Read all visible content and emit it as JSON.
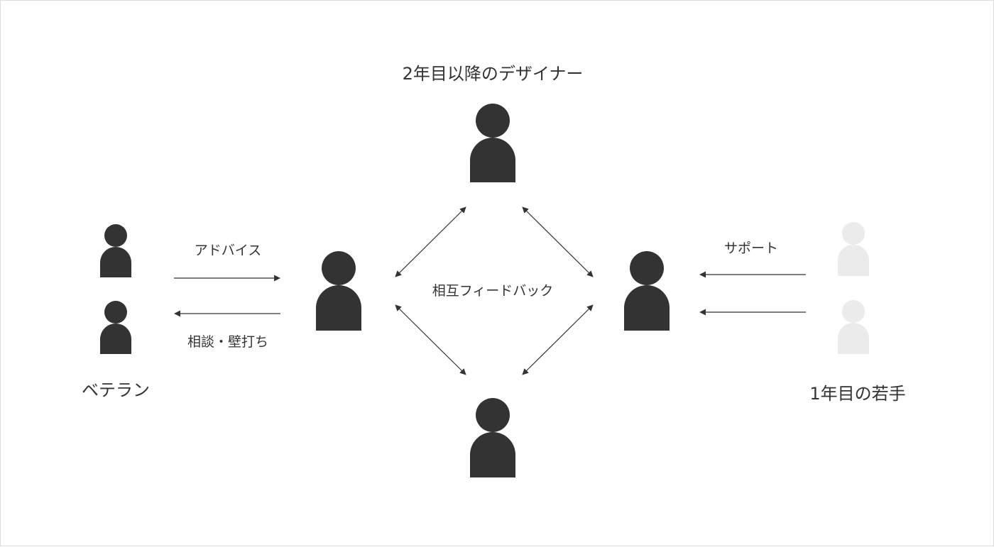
{
  "diagram": {
    "labels": {
      "top_group": "2年目以降のデザイナー",
      "left_group": "ベテラン",
      "right_group": "1年目の若手",
      "advice": "アドバイス",
      "consult": "相談・壁打ち",
      "mutual_feedback": "相互フィードバック",
      "support": "サポート"
    },
    "colors": {
      "person_dark": "#333333",
      "person_light": "#ebebeb",
      "arrow": "#333333"
    },
    "icons": {
      "person": "person-icon",
      "arrow": "arrow-icon"
    }
  }
}
